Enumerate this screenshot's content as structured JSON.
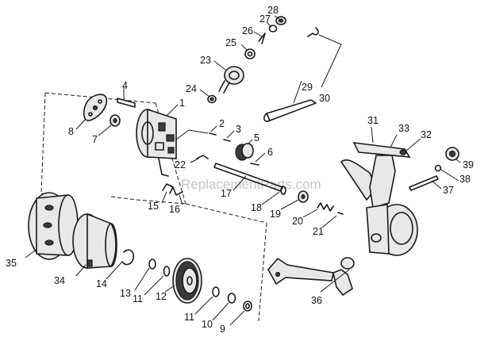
{
  "watermark": "ReplacementParts.com",
  "callouts": [
    {
      "id": "28",
      "label": "28"
    },
    {
      "id": "27",
      "label": "27"
    },
    {
      "id": "26",
      "label": "26"
    },
    {
      "id": "25",
      "label": "25"
    },
    {
      "id": "23",
      "label": "23"
    },
    {
      "id": "24",
      "label": "24"
    },
    {
      "id": "29",
      "label": "29"
    },
    {
      "id": "30",
      "label": "30"
    },
    {
      "id": "4",
      "label": "4"
    },
    {
      "id": "1",
      "label": "1"
    },
    {
      "id": "8",
      "label": "8"
    },
    {
      "id": "7",
      "label": "7"
    },
    {
      "id": "2",
      "label": "2"
    },
    {
      "id": "3",
      "label": "3"
    },
    {
      "id": "5",
      "label": "5"
    },
    {
      "id": "6",
      "label": "6"
    },
    {
      "id": "22",
      "label": "22"
    },
    {
      "id": "31",
      "label": "31"
    },
    {
      "id": "33",
      "label": "33"
    },
    {
      "id": "32",
      "label": "32"
    },
    {
      "id": "39",
      "label": "39"
    },
    {
      "id": "38",
      "label": "38"
    },
    {
      "id": "37",
      "label": "37"
    },
    {
      "id": "17",
      "label": "17"
    },
    {
      "id": "15",
      "label": "15"
    },
    {
      "id": "16",
      "label": "16"
    },
    {
      "id": "18",
      "label": "18"
    },
    {
      "id": "19",
      "label": "19"
    },
    {
      "id": "20",
      "label": "20"
    },
    {
      "id": "21",
      "label": "21"
    },
    {
      "id": "35",
      "label": "35"
    },
    {
      "id": "34",
      "label": "34"
    },
    {
      "id": "14",
      "label": "14"
    },
    {
      "id": "13",
      "label": "13"
    },
    {
      "id": "11a",
      "label": "11"
    },
    {
      "id": "12",
      "label": "12"
    },
    {
      "id": "11b",
      "label": "11"
    },
    {
      "id": "10",
      "label": "10"
    },
    {
      "id": "9",
      "label": "9"
    },
    {
      "id": "36",
      "label": "36"
    }
  ]
}
